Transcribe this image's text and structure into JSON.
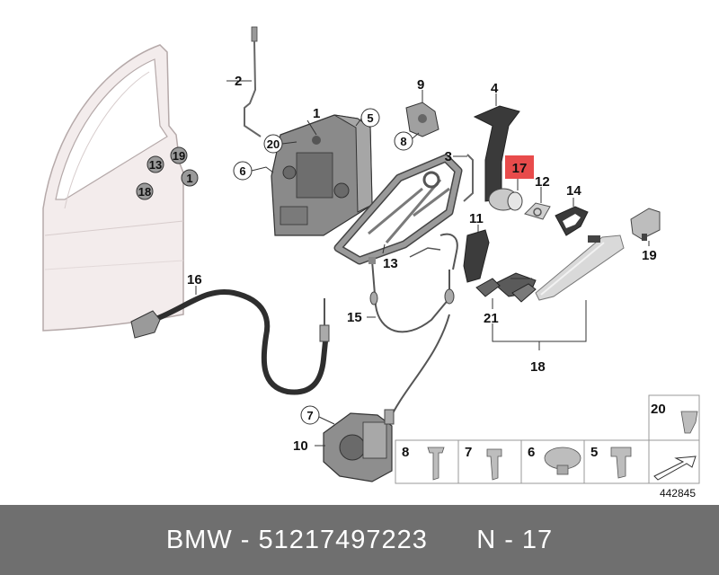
{
  "labels": {
    "n1": "1",
    "n2": "2",
    "n3": "3",
    "n4": "4",
    "n5": "5",
    "n6": "6",
    "n7": "7",
    "n8": "8",
    "n9": "9",
    "n10": "10",
    "n11": "11",
    "n12": "12",
    "n13": "13",
    "n14": "14",
    "n15": "15",
    "n16": "16",
    "n17": "17",
    "n18": "18",
    "n19": "19",
    "n20": "20",
    "n21": "21"
  },
  "legend": {
    "items": [
      {
        "label": "8"
      },
      {
        "label": "7"
      },
      {
        "label": "6"
      },
      {
        "label": "5"
      }
    ],
    "corner_label": "20",
    "diagram_number": "442845"
  },
  "footer": {
    "text": "BMW - 51217497223      N - 17"
  },
  "colors": {
    "highlight": "#e84b4b",
    "footer_bg": "#6f6f6f",
    "part_gray": "#8a8a8a",
    "door_pink": "#f3ecec"
  }
}
